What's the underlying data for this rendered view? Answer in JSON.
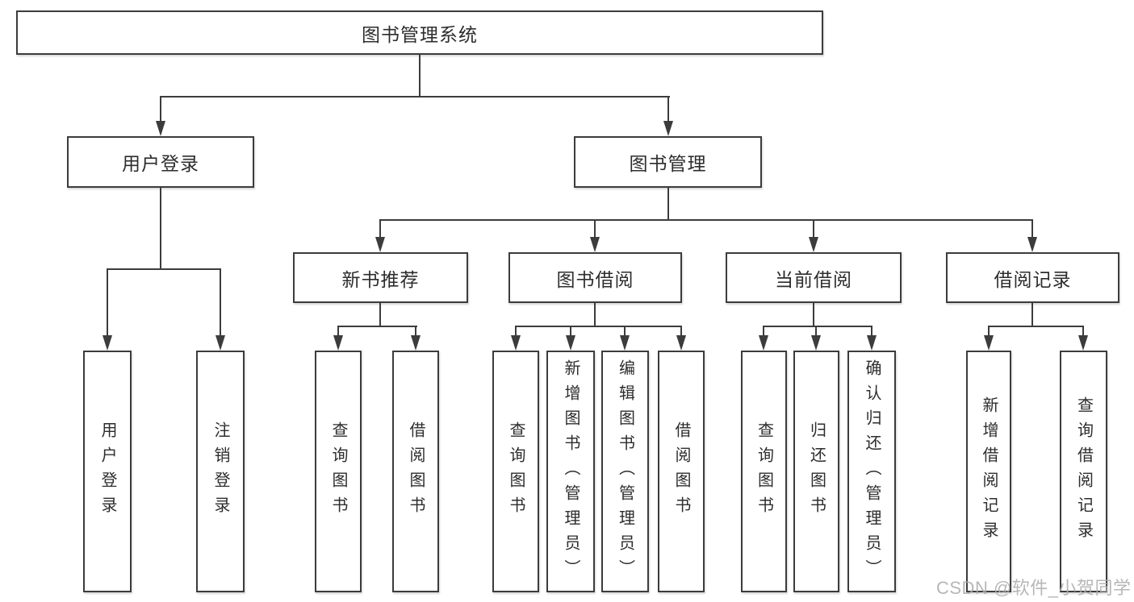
{
  "diagram": {
    "type": "hierarchy-flowchart",
    "root": {
      "label": "图书管理系统"
    },
    "branches": [
      {
        "label": "用户登录",
        "children": [
          {
            "label": "用户登录"
          },
          {
            "label": "注销登录"
          }
        ]
      },
      {
        "label": "图书管理",
        "children": [
          {
            "label": "新书推荐",
            "children": [
              {
                "label": "查询图书"
              },
              {
                "label": "借阅图书"
              }
            ]
          },
          {
            "label": "图书借阅",
            "children": [
              {
                "label": "查询图书"
              },
              {
                "label": "新增图书（管理员）"
              },
              {
                "label": "编辑图书（管理员）"
              },
              {
                "label": "借阅图书"
              }
            ]
          },
          {
            "label": "当前借阅",
            "children": [
              {
                "label": "查询图书"
              },
              {
                "label": "归还图书"
              },
              {
                "label": "确认归还（管理员）"
              }
            ]
          },
          {
            "label": "借阅记录",
            "children": [
              {
                "label": "新增借阅记录"
              },
              {
                "label": "查询借阅记录"
              }
            ]
          }
        ]
      }
    ]
  },
  "watermark": {
    "text": "CSDN @软件_小贺同学"
  },
  "colors": {
    "line": "#3c3c3c",
    "box_border": "#3c3c3c",
    "text": "#2d2d2d",
    "watermark": "#adadad",
    "background": "#ffffff"
  }
}
